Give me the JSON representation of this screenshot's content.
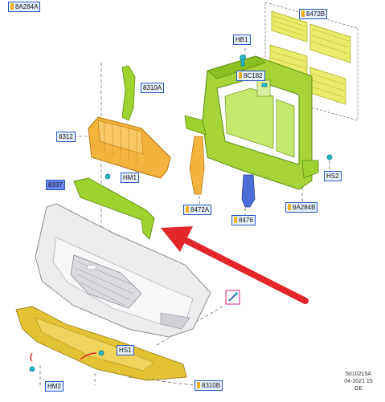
{
  "callouts": {
    "c8A284A": "8A284A",
    "c8472B": "8472B",
    "cHB1": "HB1",
    "c8C182": "8C182",
    "c8310A": "8310A",
    "c8312": "8312",
    "cHM1": "HM1",
    "c8337": "8337",
    "cHS2": "HS2",
    "c8472A": "8472A",
    "c8476": "8476",
    "c8A284B": "8A284B",
    "cHS1": "HS1",
    "cHM2": "HM2",
    "c8310B": "8310B"
  },
  "reference": {
    "code": "5010215A",
    "date": "04-2021 15",
    "lang": "GE"
  },
  "colors": {
    "frame_green": "#9fd12f",
    "frame_dark": "#5f8d12",
    "grille_yellow": "#e8ec6a",
    "absorber_orange": "#f4b33c",
    "bumper_grey": "#e9eaec",
    "shield_yellow": "#e3c233",
    "arrow_red": "#e2262a",
    "fastener_teal": "#23b7c4",
    "sensor_blue": "#4b6fd6"
  }
}
